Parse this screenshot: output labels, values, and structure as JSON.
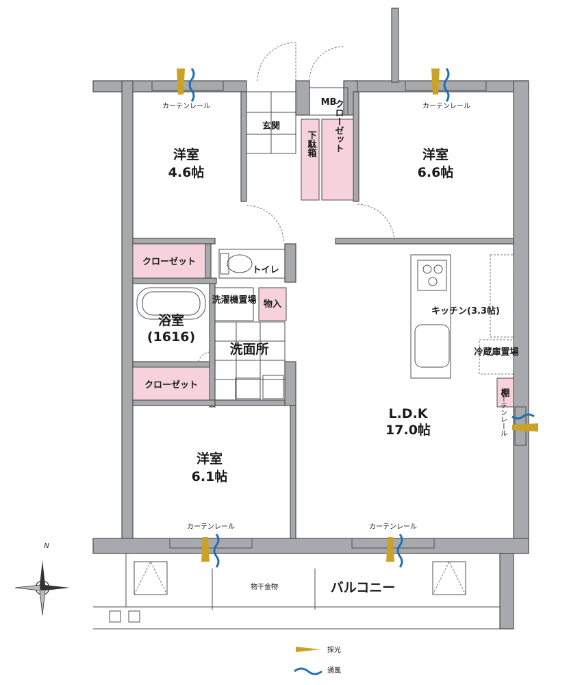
{
  "rooms": {
    "western_room_a": {
      "name": "洋室",
      "size": "4.6帖"
    },
    "western_room_b": {
      "name": "洋室",
      "size": "6.6帖"
    },
    "western_room_c": {
      "name": "洋室",
      "size": "6.1帖"
    },
    "ldk": {
      "name": "L.D.K",
      "size": "17.0帖"
    },
    "entrance": "玄関",
    "mb": "MB",
    "shoe_box": "下駄箱",
    "closet": "クローゼット",
    "toilet": "トイレ",
    "storage": "物入",
    "bathroom": {
      "name": "浴室",
      "size": "(1616)"
    },
    "washing_machine": "洗濯機置場",
    "washroom": "洗面所",
    "kitchen": "キッチン(3.3帖)",
    "fridge": "冷蔵庫置場",
    "shelf": "棚",
    "balcony": "バルコニー",
    "clothes_rack": "物干金物"
  },
  "curtain_rail": "カーテンレール",
  "legend": {
    "light": {
      "label": "採光",
      "color": "#c9a227"
    },
    "wind": {
      "label": "通風",
      "color": "#1f6fb2"
    }
  },
  "compass": {
    "north": "N"
  },
  "colors": {
    "wall": "#a7a9ac",
    "storage_fill": "#f6d3dc"
  }
}
